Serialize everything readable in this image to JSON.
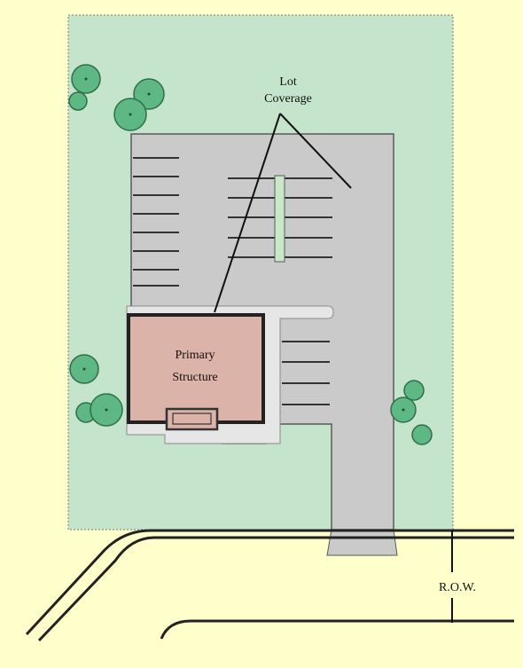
{
  "diagram": {
    "labels": {
      "lot_coverage_line1": "Lot",
      "lot_coverage_line2": "Coverage",
      "primary_structure_line1": "Primary",
      "primary_structure_line2": "Structure",
      "row": "R.O.W."
    }
  },
  "colors": {
    "background": "#FFFFCC",
    "lot": "#C4E4CC",
    "pavement": "#CACACA",
    "building": "#DCB3A8",
    "tree": "#5EB884",
    "outline": "#222222",
    "planter": "#C8E8C8"
  }
}
